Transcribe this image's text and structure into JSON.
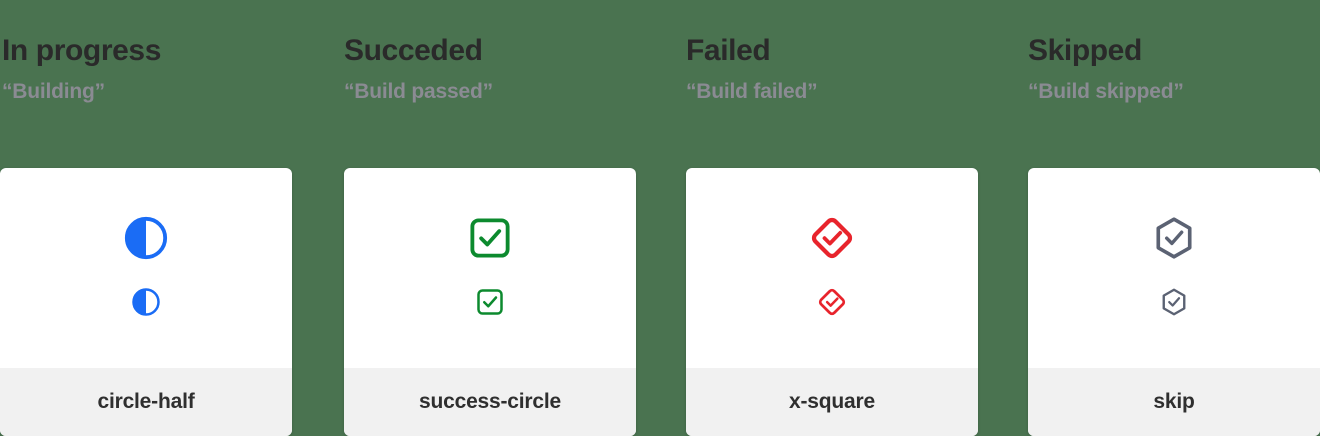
{
  "background_color": "#4a7350",
  "columns": [
    {
      "title": "In progress",
      "subtitle": "“Building”",
      "icon_name": "circle-half",
      "icon_label": "circle-half",
      "color": "#1a6cf5",
      "big_size": 46,
      "small_size": 30
    },
    {
      "title": "Succeded",
      "subtitle": "“Build passed”",
      "icon_name": "success-circle",
      "icon_label": "success-circle",
      "color": "#0c8a2e",
      "big_size": 46,
      "small_size": 30
    },
    {
      "title": "Failed",
      "subtitle": "“Build failed”",
      "icon_name": "x-square",
      "icon_label": "x-square",
      "color": "#e8242c",
      "big_size": 46,
      "small_size": 30
    },
    {
      "title": "Skipped",
      "subtitle": "“Build skipped”",
      "icon_name": "skip",
      "icon_label": "skip",
      "color": "#5b6273",
      "big_size": 46,
      "small_size": 30
    }
  ]
}
